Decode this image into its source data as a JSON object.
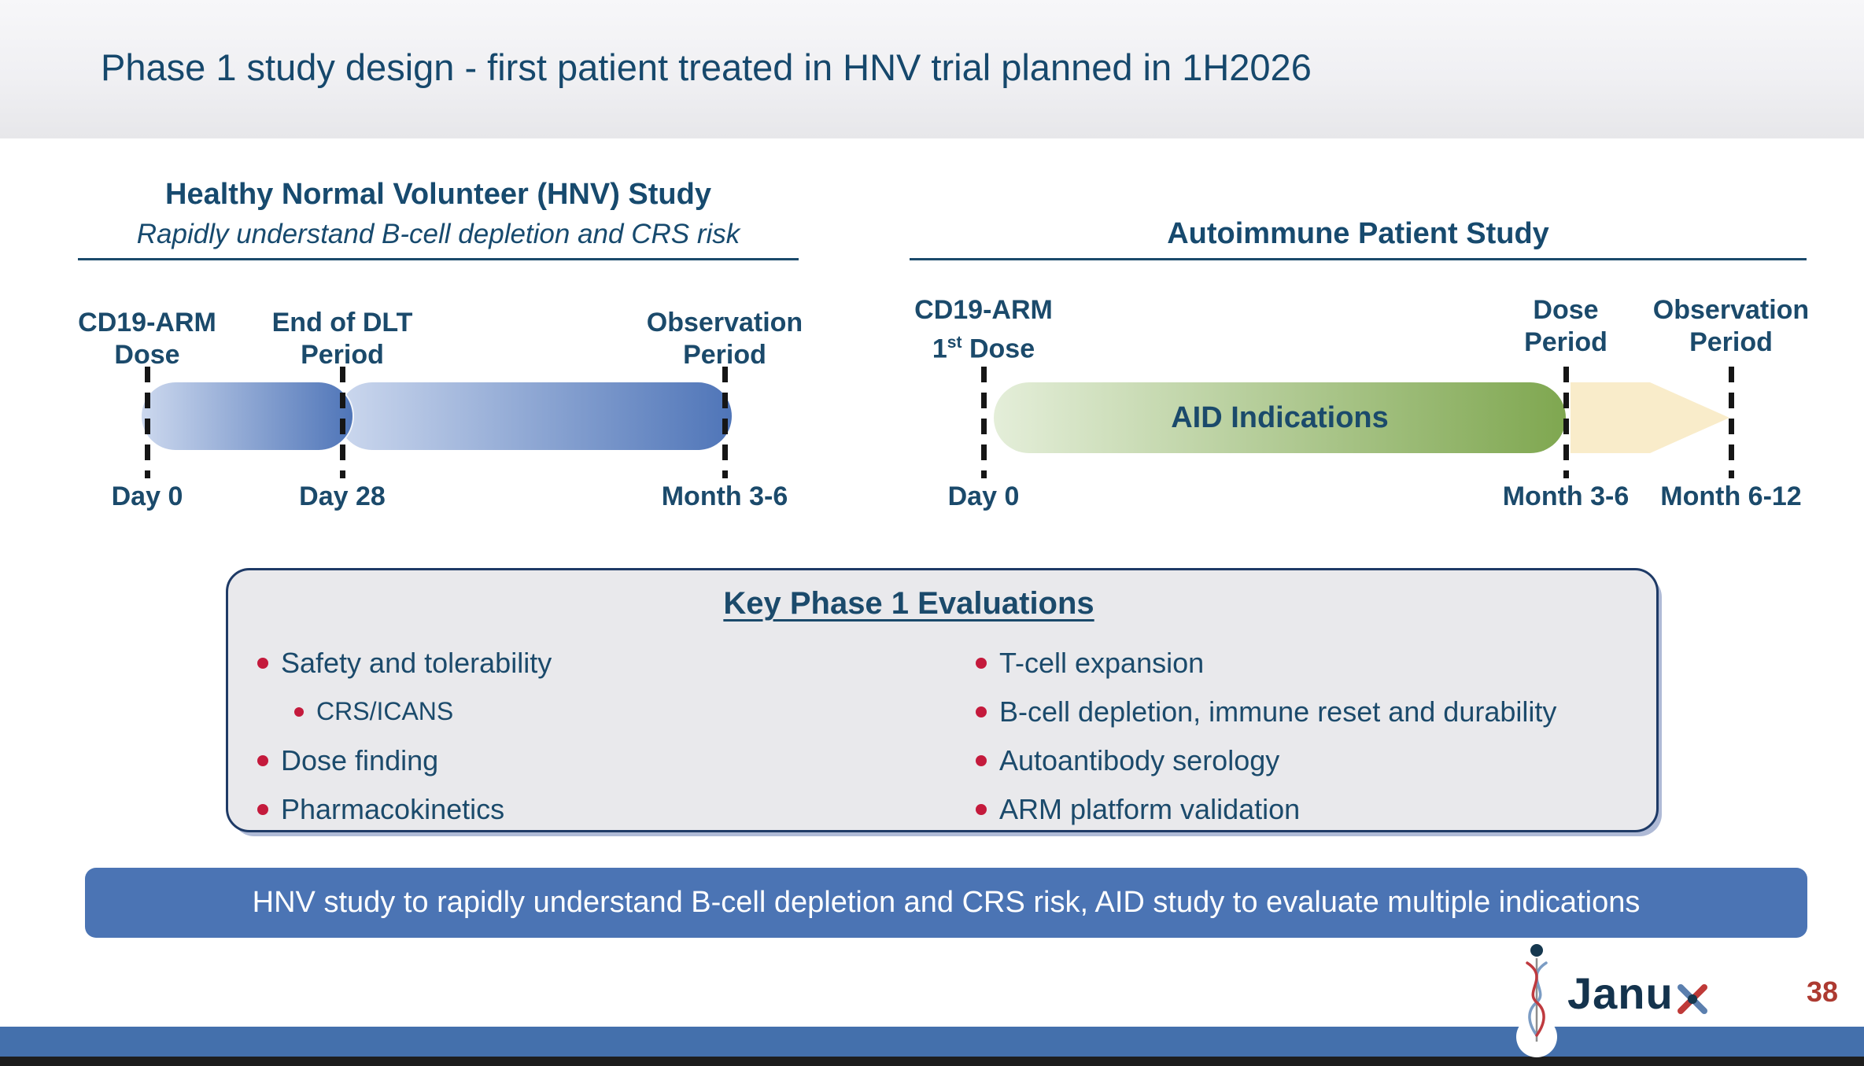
{
  "header": {
    "title": "Phase 1 study design - first patient treated in HNV trial planned in 1H2026"
  },
  "hnv_study": {
    "title": "Healthy Normal Volunteer (HNV) Study",
    "subtitle": "Rapidly understand B-cell depletion and CRS risk",
    "milestones": [
      {
        "label": [
          "CD19-ARM",
          "Dose"
        ],
        "time": "Day 0"
      },
      {
        "label": [
          "End of DLT",
          "Period"
        ],
        "time": "Day 28"
      },
      {
        "label": [
          "Observation",
          "Period"
        ],
        "time": "Month 3-6"
      }
    ]
  },
  "aid_study": {
    "title": "Autoimmune Patient Study",
    "bar_label": "AID Indications",
    "milestones": [
      {
        "label_line1": "CD19-ARM",
        "dose_line": {
          "num": "1",
          "sup": "st",
          "rest": " Dose"
        },
        "time": "Day 0"
      },
      {
        "label": [
          "Dose",
          "Period"
        ],
        "time": "Month 3-6"
      },
      {
        "label": [
          "Observation",
          "Period"
        ],
        "time": "Month 6-12"
      }
    ]
  },
  "eval_box": {
    "title": "Key Phase 1 Evaluations",
    "left_items": [
      "Safety and tolerability",
      "CRS/ICANS",
      "Dose finding",
      "Pharmacokinetics"
    ],
    "right_items": [
      "T-cell expansion",
      "B-cell depletion, immune reset and durability",
      "Autoantibody serology",
      "ARM platform validation"
    ]
  },
  "banner": {
    "text": "HNV study to rapidly understand B-cell depletion and CRS risk, AID study to evaluate multiple indications"
  },
  "footer": {
    "logo_text": "Janux",
    "logo_prefix": "Janu",
    "page_number": "38"
  },
  "colors": {
    "title_navy": "#16486c",
    "text_navy": "#1b4a6b",
    "bullet_red": "#c41a3c",
    "banner_blue": "#4b74b4",
    "bar_blue_light": "#ccd8ee",
    "bar_blue_dark": "#4f75b8",
    "bar_green_light": "#e4eed9",
    "bar_green_dark": "#7fa750",
    "arrow_cream": "#f9ecca",
    "box_fill": "#e9e9ec",
    "box_border": "#1e3a66",
    "footer_blue": "#4470ac",
    "footer_dark": "#1d1d1d",
    "page_number_red": "#ad3a31"
  }
}
